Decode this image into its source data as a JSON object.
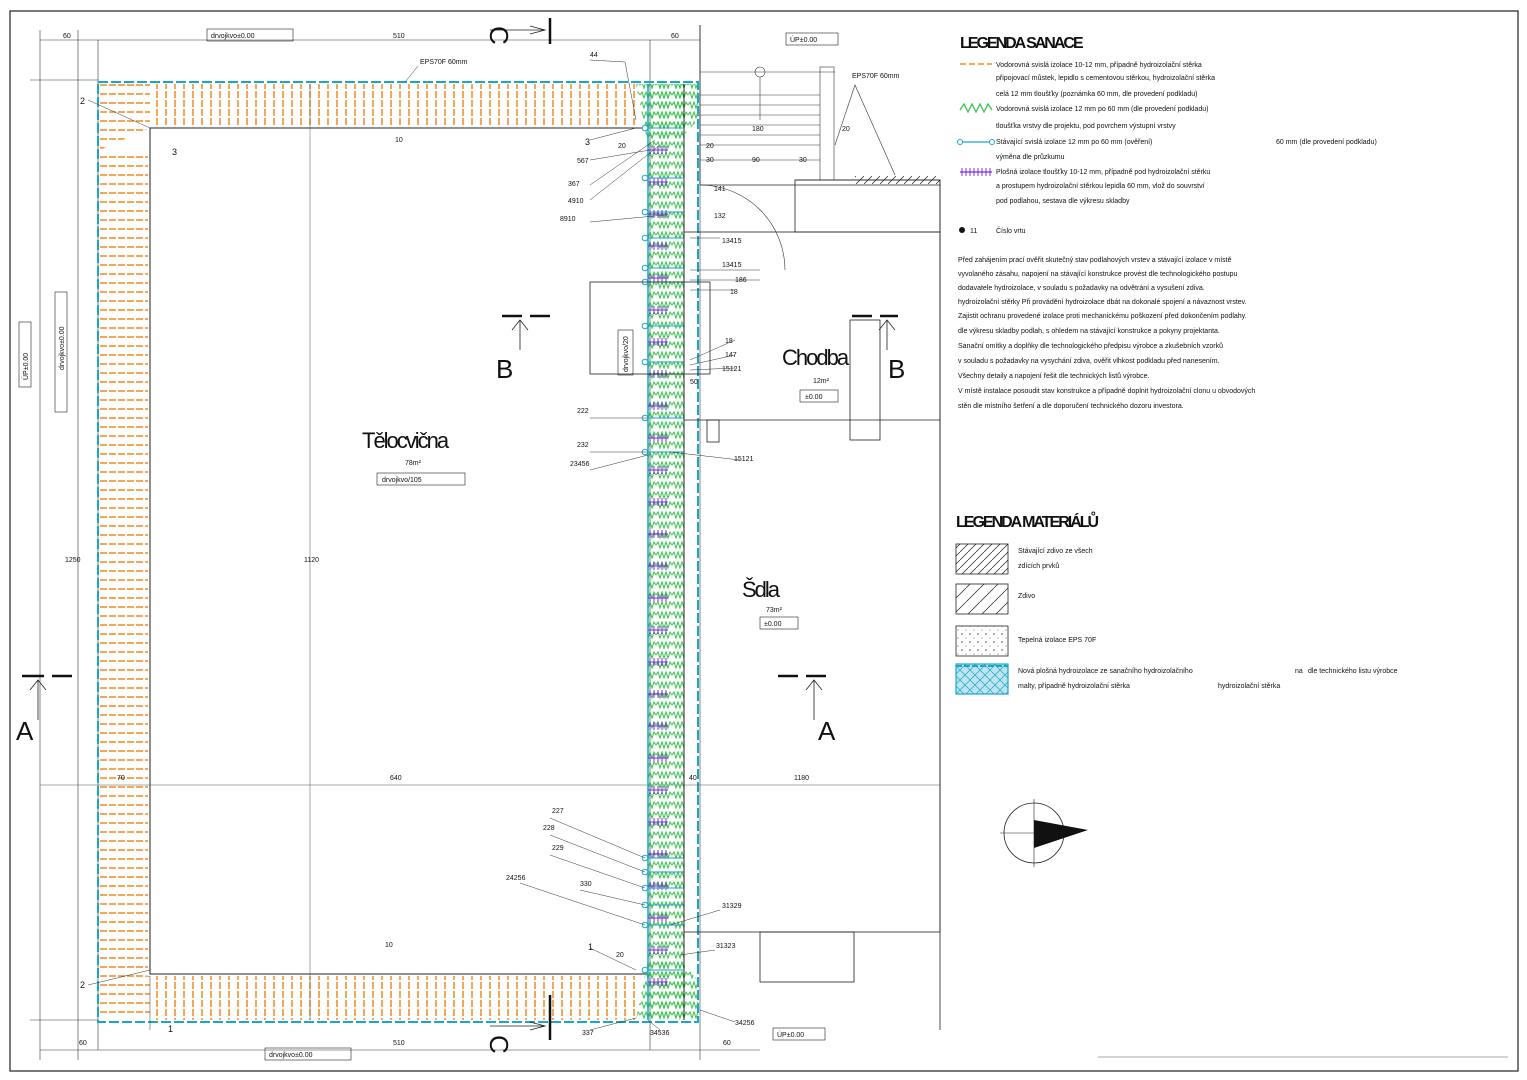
{
  "colors": {
    "line": "#222222",
    "orange": "#f08a1c",
    "green": "#35c24a",
    "cyan": "#18a6c9",
    "purple": "#7a2fd6",
    "hatch_blue": "#a8d8ea"
  },
  "section_marks": {
    "a": "A",
    "b": "B",
    "c": "C"
  },
  "rooms": {
    "r1": {
      "name": "Tělocvična",
      "area": "78m²",
      "tag": "drvojkvo/105"
    },
    "r2": {
      "name": "Chodba",
      "area": "12m²",
      "tag": "±0.00"
    },
    "r3": {
      "name": "Šdla",
      "area": "73m²",
      "tag": "±0.00"
    }
  },
  "tags": {
    "top_drainage": "drvojkvo±0.00",
    "bottom_drainage": "drvojkvo±0.00",
    "left_drainage": "drvojkvo±0.00",
    "left_level": "ÚP±0.00",
    "top_right_level": "ÚP±0.00",
    "bottom_right_level": "ÚP±0.00",
    "window_tag": "drvojkvo/20",
    "eps_top": "EPS70F 60mm",
    "eps_right": "EPS70F 60mm"
  },
  "dimensions": {
    "top_left": "60",
    "top_mid": "510",
    "top_right": "60",
    "bottom_left": "60",
    "bottom_mid": "510",
    "bottom_right": "60",
    "left_total": "1250",
    "inner_width_top": "10",
    "inner_width_bottom": "10",
    "gym_width": "640",
    "gym_height": "1120",
    "right_total": "1180",
    "step_a": "20",
    "step_b": "30",
    "step_c": "90",
    "step_d": "30",
    "step_e": "180",
    "step_f": "20",
    "dim_40": "40",
    "dim_70": "70"
  },
  "callouts": {
    "c44": "44",
    "c2a": "2",
    "c2b": "2",
    "c3a": "3",
    "c3b": "3",
    "c1a": "1",
    "c1b": "1",
    "c20a": "20",
    "c20b": "20",
    "c567": "567",
    "c367": "367",
    "c4910": "4910",
    "c8910": "8910",
    "c13415": "13415",
    "c13415b": "13415",
    "c186": "186",
    "c18a": "18",
    "c18b": "18",
    "c147": "147",
    "c15121": "15121",
    "c15121b": "15121",
    "c50": "50",
    "c222": "222",
    "c232": "232",
    "c23456": "23456",
    "c227": "227",
    "c228": "228",
    "c229": "229",
    "c24256": "24256",
    "c330": "330",
    "c31329": "31329",
    "c31323": "31323",
    "c337": "337",
    "c34536": "34536",
    "c34256": "34256",
    "c141": "141",
    "c132": "132"
  },
  "legend_insulation": {
    "title": "LEGENDA SANACE",
    "items": [
      {
        "line1": "Vodorovná svislá izolace 10-12 mm, případně hydroizolační stěrka",
        "line2": "připojovací můstek, lepidlo s cementovou stěrkou, hydroizolační stěrka",
        "line3": "celá 12 mm tloušťky (poznámka 60 mm, dle provedení podkladu)"
      },
      {
        "line1": "Vodorovná svislá izolace 12 mm po 60 mm (dle provedení podkladu)",
        "line2": "tloušťka vrstvy dle projektu, pod povrchem výstupní vrstvy",
        "line3": ""
      },
      {
        "line1": "Stávající svislá izolace 12 mm po 60 mm (ověření)",
        "line2": "výměna dle průzkumu",
        "line3": "",
        "extra": "60 mm (dle provedení podkladu)"
      },
      {
        "line1": "Plošná izolace tloušťky 10-12 mm, případně pod hydroizolační stěrku",
        "line2": "a prostupem hydroizolační stěrkou lepidla 60 mm, vlož do souvrství",
        "line3": "pod podlahou, sestava dle výkresu skladby"
      },
      {
        "line1": "Číslo vrtu",
        "line2": "",
        "line3": "",
        "marker": "11"
      }
    ],
    "notes": [
      "Před zahájením prací ověřit skutečný stav podlahových vrstev a stávající izolace v místě",
      "vyvolaného zásahu, napojení na stávající konstrukce provést dle technologického postupu",
      "dodavatele hydroizolace, v souladu s požadavky na odvětrání a vysušení zdiva.",
      "hydroizolační stěrky                        Při provádění hydroizolace dbát na dokonalé spojení a návaznost vrstev.",
      "Zajistit ochranu provedené izolace proti mechanickému poškození před dokončením podlahy.",
      "dle výkresu skladby podlah, s ohledem na stávající konstrukce a pokyny projektanta.",
      "Sanační omítky a doplňky dle technologického předpisu výrobce a zkušebních vzorků",
      "v souladu s požadavky na vysychání zdiva, ověřit vlhkost podkladu před nanesením.",
      "Všechny detaily a napojení řešit dle technických listů výrobce.",
      "V místě instalace posoudit stav konstrukce a případně doplnit hydroizolační clonu u obvodových",
      "stěn dle místního šetření a dle doporučení technického dozoru investora."
    ]
  },
  "legend_materials": {
    "title": "LEGENDA MATERIÁLŮ",
    "items": [
      {
        "line1": "Stávající zdivo ze všech",
        "line2": "zdících prvků"
      },
      {
        "line1": "Zdivo",
        "line2": ""
      },
      {
        "line1": "Tepelná izolace EPS 70F",
        "line2": ""
      },
      {
        "line1": "Nová plošná hydroizolace ze sanačního hydroizolačního",
        "line2": "malty, případně hydroizolační stěrka",
        "extra1": "na",
        "extra2": "dle technického listu výrobce",
        "extra3": "hydroizolační stěrka"
      }
    ]
  }
}
